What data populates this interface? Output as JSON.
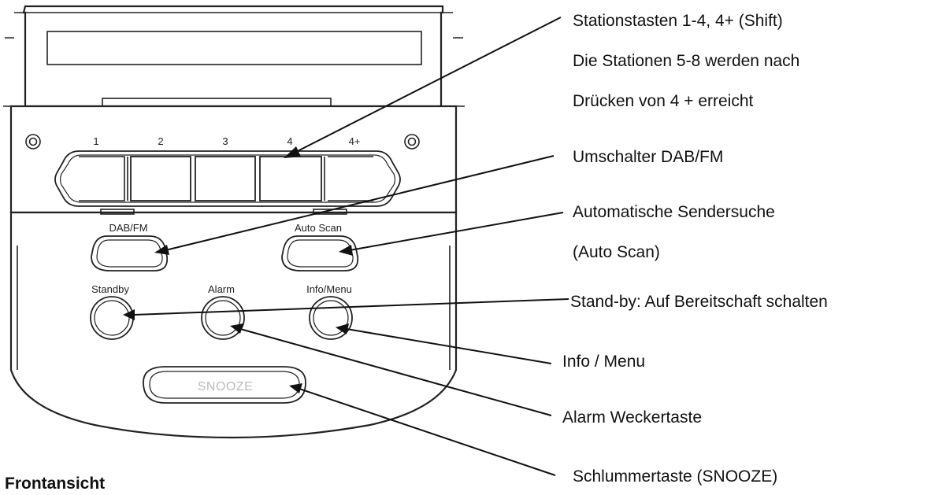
{
  "device": {
    "preset_labels": [
      "1",
      "2",
      "3",
      "4",
      "4+"
    ],
    "dab_fm_label": "DAB/FM",
    "auto_scan_label": "Auto Scan",
    "standby_label": "Standby",
    "alarm_label": "Alarm",
    "info_menu_label": "Info/Menu",
    "snooze_label": "SNOOZE"
  },
  "callouts": {
    "presets_line1": "Stationstasten 1-4, 4+ (Shift)",
    "presets_line2": "Die Stationen 5-8 werden nach",
    "presets_line3": "Drücken von 4 + erreicht",
    "dab_fm": "Umschalter DAB/FM",
    "auto_scan_line1": "Automatische Sendersuche",
    "auto_scan_line2": "(Auto Scan)",
    "standby": "Stand-by: Auf Bereitschaft schalten",
    "info_menu": "Info / Menu",
    "alarm": "Alarm Weckertaste",
    "snooze": "Schlummertaste (SNOOZE)"
  },
  "caption": "Frontansicht"
}
